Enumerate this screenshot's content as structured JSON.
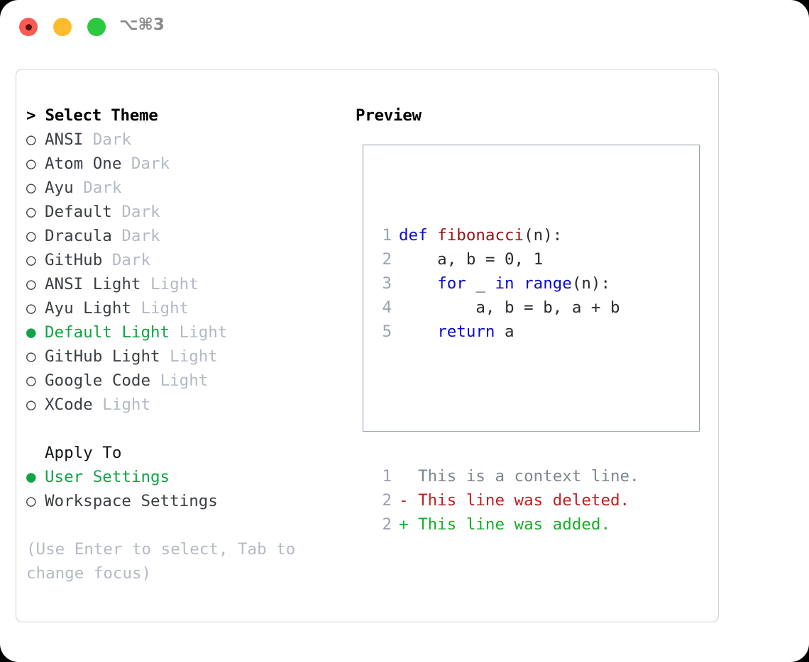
{
  "window": {
    "shortcut": "⌥⌘3",
    "traffic_lights": [
      "close",
      "minimize",
      "maximize"
    ]
  },
  "theme_selector": {
    "heading": "> Select Theme",
    "marker_unselected": "○",
    "marker_selected": "●",
    "items": [
      {
        "name": "ANSI",
        "badge": "Dark",
        "selected": false
      },
      {
        "name": "Atom One",
        "badge": "Dark",
        "selected": false
      },
      {
        "name": "Ayu",
        "badge": "Dark",
        "selected": false
      },
      {
        "name": "Default",
        "badge": "Dark",
        "selected": false
      },
      {
        "name": "Dracula",
        "badge": "Dark",
        "selected": false
      },
      {
        "name": "GitHub",
        "badge": "Dark",
        "selected": false
      },
      {
        "name": "ANSI Light",
        "badge": "Light",
        "selected": false
      },
      {
        "name": "Ayu Light",
        "badge": "Light",
        "selected": false
      },
      {
        "name": "Default Light",
        "badge": "Light",
        "selected": true
      },
      {
        "name": "GitHub Light",
        "badge": "Light",
        "selected": false
      },
      {
        "name": "Google Code",
        "badge": "Light",
        "selected": false
      },
      {
        "name": "XCode",
        "badge": "Light",
        "selected": false
      }
    ]
  },
  "apply_to": {
    "heading": "Apply To",
    "items": [
      {
        "name": "User Settings",
        "selected": true
      },
      {
        "name": "Workspace Settings",
        "selected": false
      }
    ]
  },
  "hint": "(Use Enter to select, Tab to change focus)",
  "preview": {
    "title": "Preview",
    "code_lines": [
      {
        "num": "1",
        "tokens": [
          {
            "t": "def ",
            "c": "kw"
          },
          {
            "t": "fibonacci",
            "c": "fn"
          },
          {
            "t": "(n):",
            "c": "pl"
          }
        ]
      },
      {
        "num": "2",
        "tokens": [
          {
            "t": "    a, b = 0, 1",
            "c": "pl"
          }
        ]
      },
      {
        "num": "3",
        "tokens": [
          {
            "t": "    ",
            "c": "pl"
          },
          {
            "t": "for",
            "c": "kw"
          },
          {
            "t": " _ ",
            "c": "pl"
          },
          {
            "t": "in range",
            "c": "kw"
          },
          {
            "t": "(n):",
            "c": "pl"
          }
        ]
      },
      {
        "num": "4",
        "tokens": [
          {
            "t": "        a, b = b, a + b",
            "c": "pl"
          }
        ]
      },
      {
        "num": "5",
        "tokens": [
          {
            "t": "    ",
            "c": "pl"
          },
          {
            "t": "return",
            "c": "kw"
          },
          {
            "t": " a",
            "c": "pl"
          }
        ]
      }
    ],
    "diff_lines": [
      {
        "num": "1",
        "text": "  This is a context line.",
        "kind": "ctx"
      },
      {
        "num": "2",
        "text": "- This line was deleted.",
        "kind": "del"
      },
      {
        "num": "2",
        "text": "+ This line was added.",
        "kind": "add"
      }
    ]
  },
  "colors": {
    "accent_green": "#0fa445",
    "badge_gray": "#b3bac4",
    "keyword_blue": "#0a0ad8",
    "function_red": "#9c1212",
    "diff_added": "#17ad27",
    "diff_deleted": "#c02020",
    "line_number": "#9aa3b0",
    "panel_border": "#ccd0d6",
    "preview_border": "#8f9cad"
  }
}
